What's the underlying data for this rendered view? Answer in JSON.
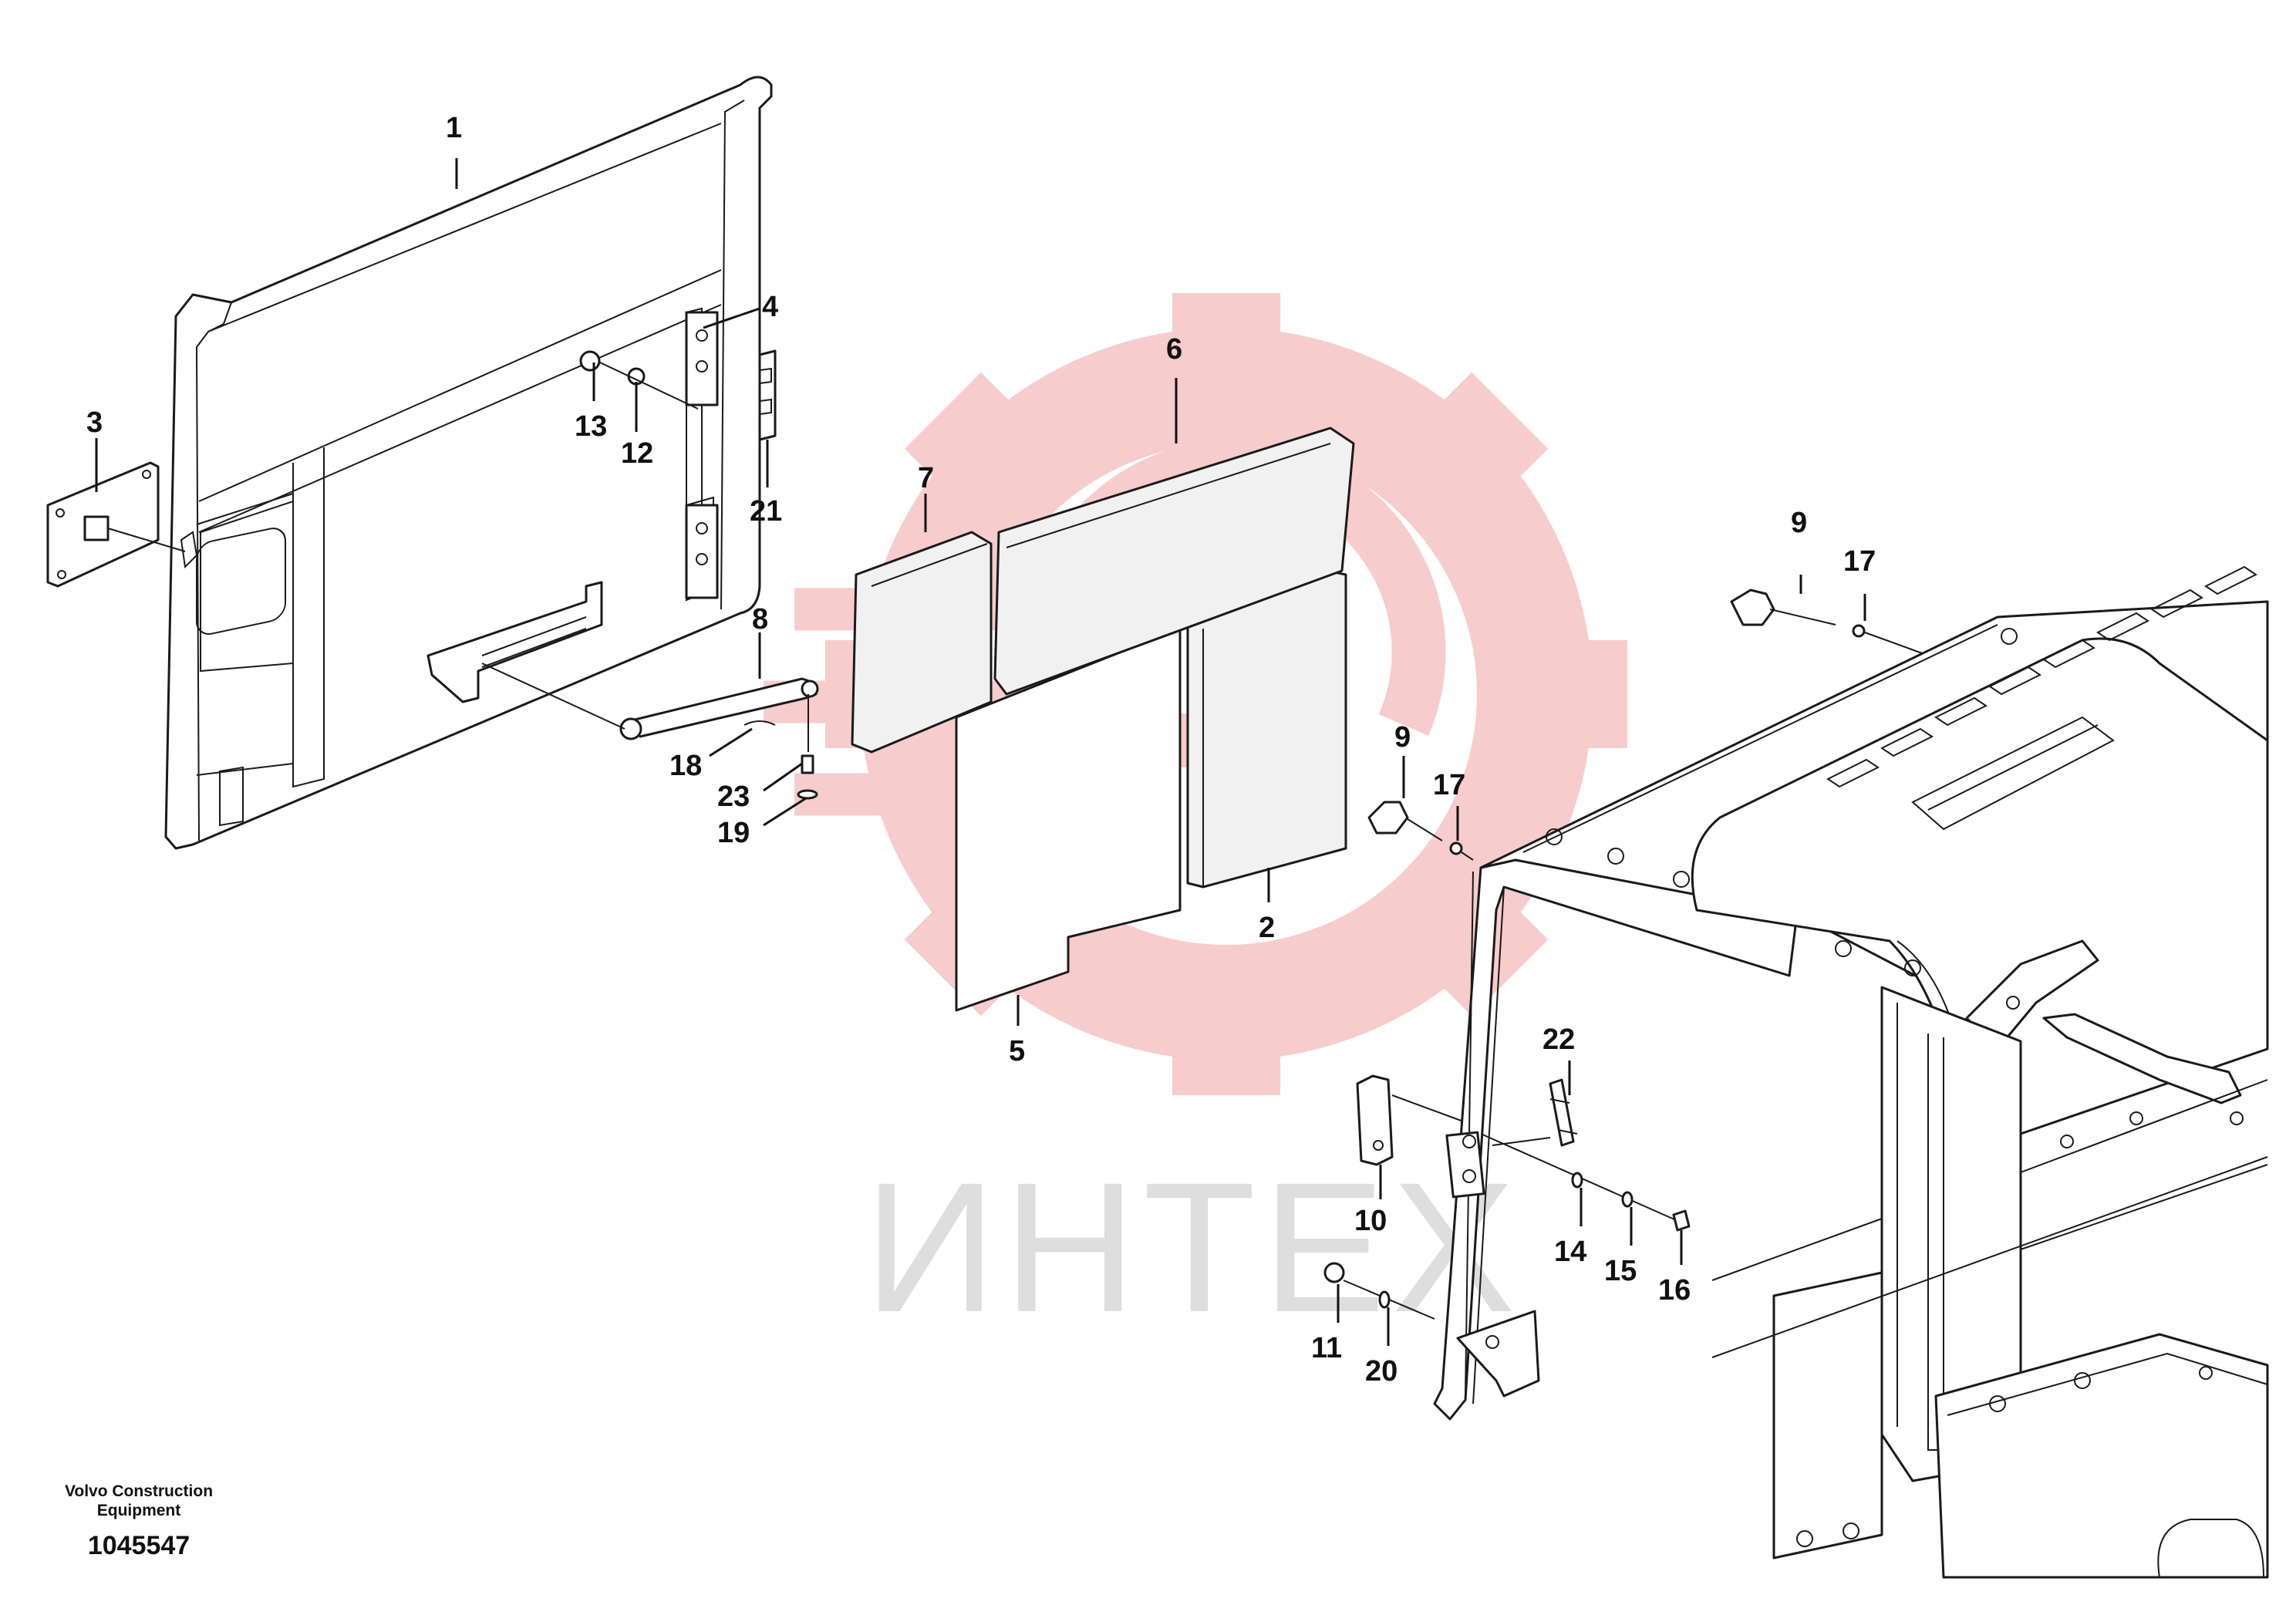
{
  "watermark": {
    "text": "ИНТЕХ",
    "gear_color": "#f6c3c5",
    "text_color": "#d9d9d9"
  },
  "footer": {
    "company_line1": "Volvo Construction",
    "company_line2": "Equipment",
    "drawing_number": "1045547"
  },
  "part_labels": [
    "1",
    "2",
    "3",
    "4",
    "5",
    "6",
    "7",
    "8",
    "9",
    "9",
    "10",
    "11",
    "12",
    "13",
    "14",
    "15",
    "16",
    "17",
    "17",
    "18",
    "19",
    "20",
    "21",
    "22",
    "23"
  ]
}
